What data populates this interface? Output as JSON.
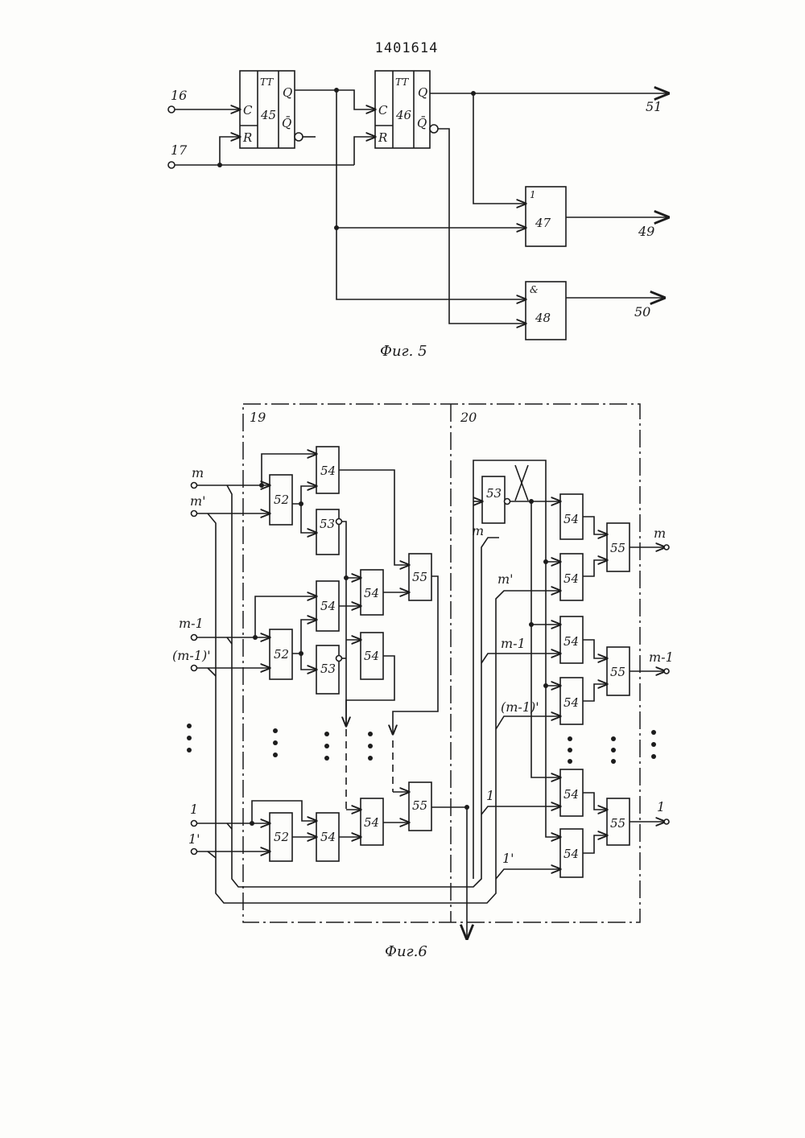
{
  "document_number": "1401614",
  "figure5": {
    "caption": "Фиг. 5",
    "inputs": [
      "16",
      "17"
    ],
    "outputs": [
      "51",
      "49",
      "50"
    ],
    "trigger_type": "TT",
    "trigger_ids": [
      "45",
      "46"
    ],
    "pin_c": "C",
    "pin_r": "R",
    "pin_q": "Q",
    "pin_qbar": "Q̄",
    "or_symbol": "1",
    "or_id": "47",
    "and_symbol": "&",
    "and_id": "48"
  },
  "figure6": {
    "caption": "Фиг.6",
    "regions": [
      "19",
      "20"
    ],
    "left_inputs": [
      "m",
      "m'",
      "m-1",
      "(m-1)'",
      "1",
      "1'"
    ],
    "right_outputs": [
      "m",
      "m-1",
      "1"
    ],
    "inner_labels": [
      "m",
      "m'",
      "m-1",
      "(m-1)'",
      "1",
      "1'"
    ],
    "block_52": "52",
    "block_53": "53",
    "block_54": "54",
    "block_55": "55",
    "ellipsis": "⋮"
  }
}
